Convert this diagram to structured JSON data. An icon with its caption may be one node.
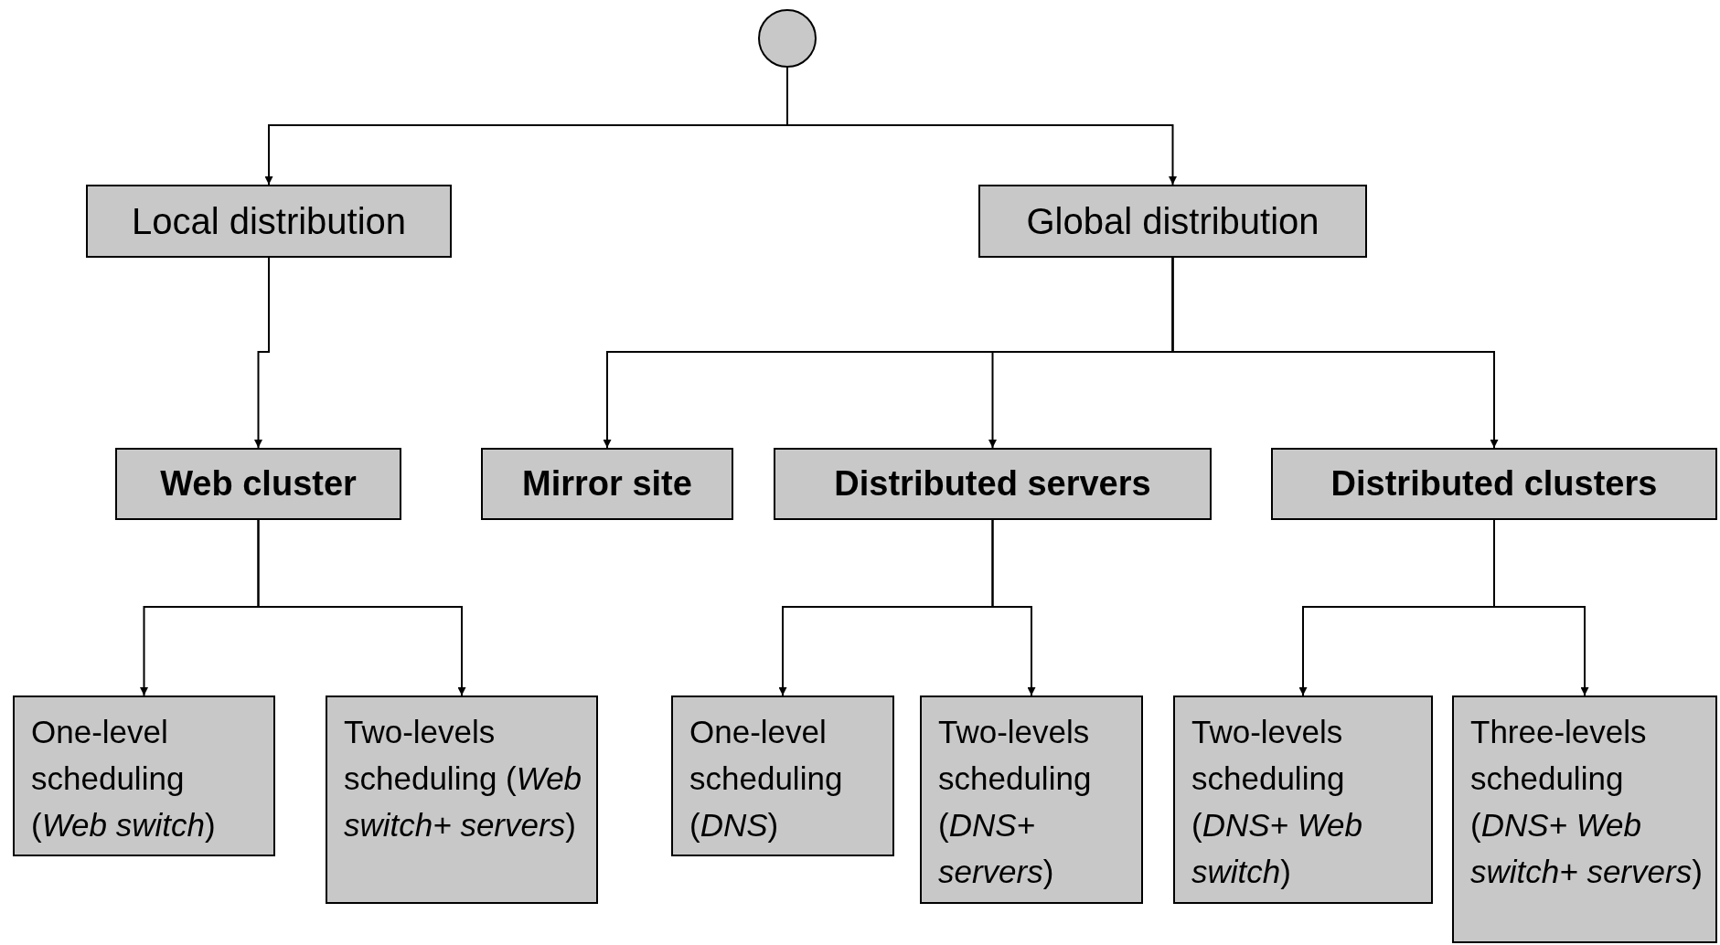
{
  "diagram": {
    "nodes": [
      {
        "text": [],
        "shape": "circle"
      },
      {
        "text": [
          "Local distribution"
        ]
      },
      {
        "text": [
          "Global distribution"
        ]
      },
      {
        "text": [
          "Web cluster"
        ]
      },
      {
        "text": [
          "Mirror site"
        ]
      },
      {
        "text": [
          "Distributed servers"
        ]
      },
      {
        "text": [
          "Distributed clusters"
        ]
      },
      {
        "text": [
          "One-level scheduling (*Web switch*)"
        ]
      },
      {
        "text": [
          "Two-levels scheduling (*Web switch+ servers*)"
        ]
      },
      {
        "text": [
          "One-level scheduling (*DNS*)"
        ]
      },
      {
        "text": [
          "Two-levels scheduling (*DNS+ servers*)"
        ]
      },
      {
        "text": [
          "Two-levels scheduling (*DNS+ Web switch*)"
        ]
      },
      {
        "text": [
          "Three-levels scheduling (*DNS+ Web switch+ servers*)"
        ]
      }
    ],
    "edges": [
      {
        "from": 0,
        "to": 1,
        "arrow": "to"
      },
      {
        "from": 0,
        "to": 2,
        "arrow": "to"
      },
      {
        "from": 1,
        "to": 3,
        "arrow": "to"
      },
      {
        "from": 2,
        "to": 4,
        "arrow": "to"
      },
      {
        "from": 2,
        "to": 5,
        "arrow": "to"
      },
      {
        "from": 2,
        "to": 6,
        "arrow": "to"
      },
      {
        "from": 3,
        "to": 7,
        "arrow": "to"
      },
      {
        "from": 3,
        "to": 8,
        "arrow": "to"
      },
      {
        "from": 5,
        "to": 9,
        "arrow": "to"
      },
      {
        "from": 5,
        "to": 10,
        "arrow": "to"
      },
      {
        "from": 6,
        "to": 11,
        "arrow": "to"
      },
      {
        "from": 6,
        "to": 12,
        "arrow": "to"
      }
    ]
  }
}
